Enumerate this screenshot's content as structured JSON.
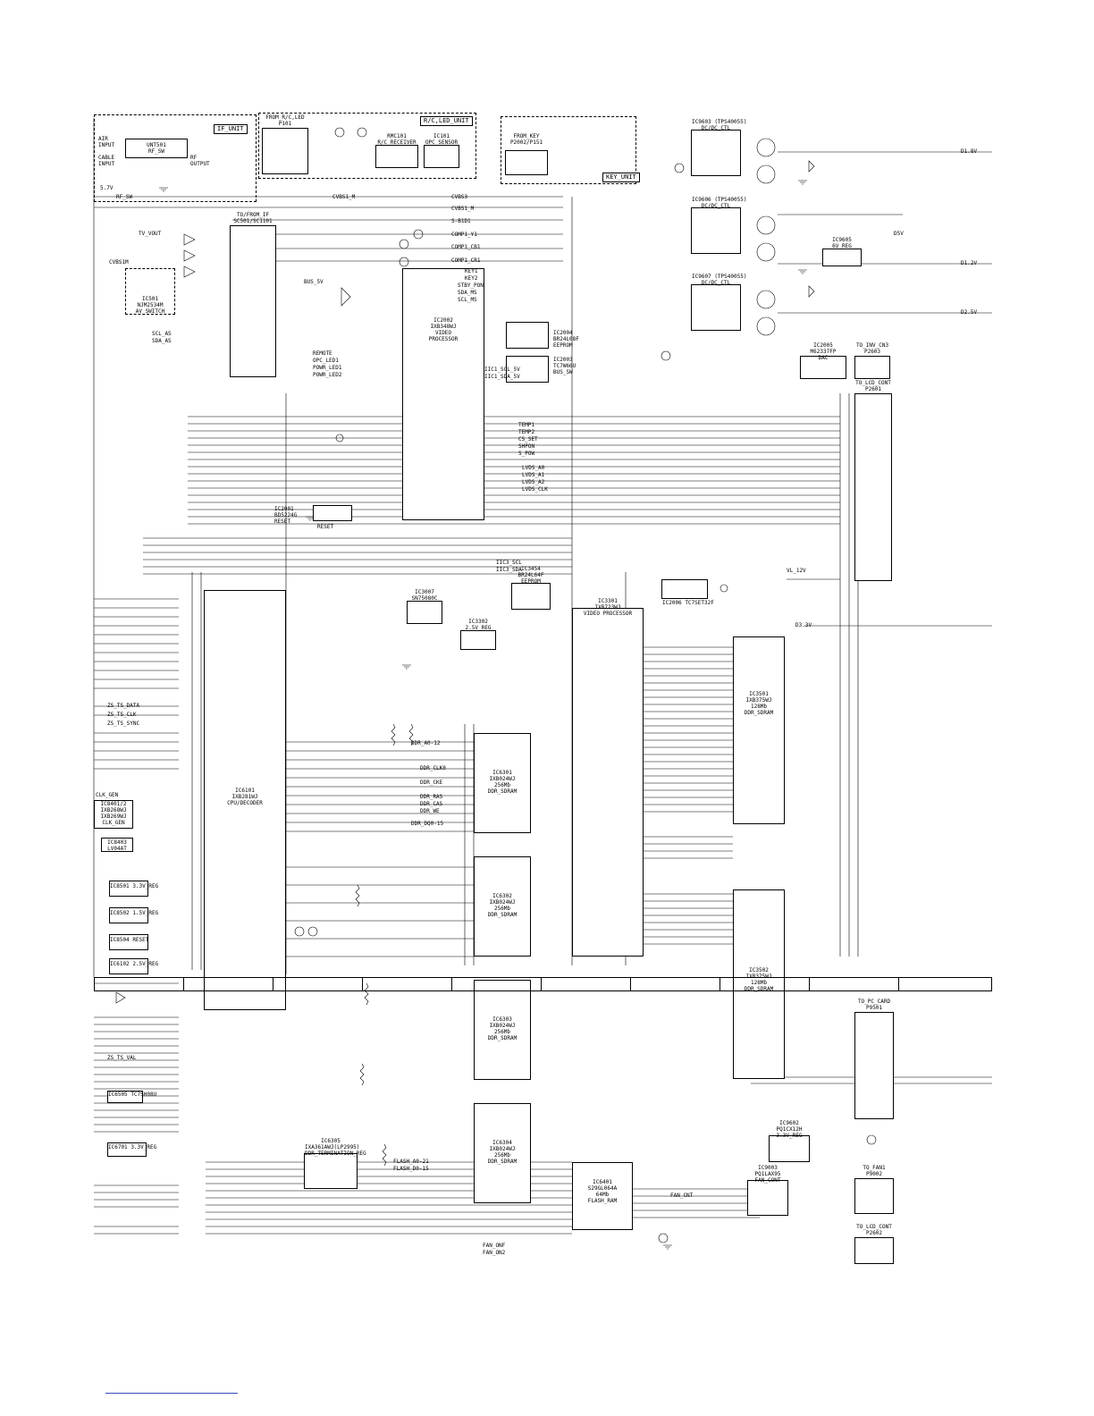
{
  "units": {
    "if_unit": "IF_UNIT",
    "rc_led_unit": "R/C,LED_UNIT",
    "key_unit": "KEY_UNIT"
  },
  "inputs": {
    "air": "AIR\nINPUT",
    "cable": "CABLE\nINPUT",
    "rf_output": "RF\nOUTPUT"
  },
  "connectors": {
    "from_rc_led": "FROM_R/C,LED\nP101",
    "to_from_if": "TO/FROM_IF\nSC501/SC1101",
    "from_key": "FROM_KEY\nP2002/P151",
    "to_inv_cn3": "TO_INV_CN3\nP2603",
    "to_lcd_cont_a": "TO_LCD_CONT\nP2601",
    "to_pc_card": "TO_PC_CARD\nP9501",
    "to_fan1": "TO_FAN1\nP9002",
    "to_lcd_cont_b": "TO_LCD_CONT\nP2602"
  },
  "ics": [
    {
      "ref": "UNT501",
      "name": "RF_SW"
    },
    {
      "ref": "IC501",
      "name": "NJM2534M\nAV_SWITCH"
    },
    {
      "ref": "RMC101",
      "name": "R/C_RECEIVER"
    },
    {
      "ref": "IC101",
      "name": "OPC_SENSOR"
    },
    {
      "ref": "IC2002",
      "name": "IXB348WJ\nVIDEO\nPROCESSOR"
    },
    {
      "ref": "IC2004",
      "name": "BR24L08F\nEEPROM"
    },
    {
      "ref": "IC2003",
      "name": "TC7W66U\nBUS_SW"
    },
    {
      "ref": "IC2001",
      "name": "BD5224G\nRESET"
    },
    {
      "ref": "IC9603",
      "name": "(TPS40055)\nDC/DC_CTL"
    },
    {
      "ref": "IC9606",
      "name": "(TPS40055)\nDC/DC_CTL"
    },
    {
      "ref": "IC9607",
      "name": "(TPS40055)\nDC/DC_CTL"
    },
    {
      "ref": "IC9605",
      "name": "6V_REG"
    },
    {
      "ref": "IC2005",
      "name": "M62337FP\nDAC"
    },
    {
      "ref": "IC3454",
      "name": "BR24L64F\nEEPROM"
    },
    {
      "ref": "IC2006",
      "name": "TC7SET32F"
    },
    {
      "ref": "IC3007",
      "name": "SN75080C"
    },
    {
      "ref": "IC3302",
      "name": "2.5V_REG"
    },
    {
      "ref": "IC3301",
      "name": "IXB723WJ\nVIDEO PROCESSOR"
    },
    {
      "ref": "IC3501",
      "name": "IXB375WJ\n128Mb\nDDR_SDRAM"
    },
    {
      "ref": "IC3502",
      "name": "IXB375WJ\n128Mb\nDDR_SDRAM"
    },
    {
      "ref": "IC6101",
      "name": "IXB281WJ\nCPU/DECODER"
    },
    {
      "ref": "IC8401/2",
      "name": "IXB268WJ\nIXB269WJ\nCLK_GEN"
    },
    {
      "ref": "IC8403",
      "name": "LV04AT"
    },
    {
      "ref": "IC6301",
      "name": "IXB024WJ\n256Mb\nDDR_SDRAM"
    },
    {
      "ref": "IC6302",
      "name": "IXB024WJ\n256Mb\nDDR_SDRAM"
    },
    {
      "ref": "IC6303",
      "name": "IXB024WJ\n256Mb\nDDR_SDRAM"
    },
    {
      "ref": "IC6304",
      "name": "IXB024WJ\n256Mb\nDDR_SDRAM"
    },
    {
      "ref": "IC6305",
      "name": "IXA361AWJ(LP2995)\nDDR_TERMINATION_REG"
    },
    {
      "ref": "IC8501",
      "name": "3.3V_REG"
    },
    {
      "ref": "IC8502",
      "name": "1.5V_REG"
    },
    {
      "ref": "IC8504",
      "name": "RESET"
    },
    {
      "ref": "IC6102",
      "name": "2.5V_REG"
    },
    {
      "ref": "IC6505",
      "name": "TC7SH08U"
    },
    {
      "ref": "IC6701",
      "name": "3.3V_REG"
    },
    {
      "ref": "IC6401",
      "name": "S29GL064A\n64Mb\nFLASH_RAM"
    },
    {
      "ref": "IC9003",
      "name": "PQ1LAX95\nFAN_CONT"
    },
    {
      "ref": "IC9602",
      "name": "PQ1CX12H\n3.3V_REG"
    }
  ],
  "signal_labels": [
    "CVBS1_M",
    "CVBS3",
    "CVBS1_M",
    "S-B1D1",
    "COMP1_Y1",
    "COMP1_CB1",
    "COMP1_CR1",
    "5.7V",
    "RF_SW",
    "TV_VOUT",
    "CVBS1M",
    "SCL_AS",
    "SDA_AS",
    "BUS_5V",
    "REMOTE",
    "OPC_LED1",
    "POWR_LED1",
    "POWR_LED2",
    "KEY1",
    "KEY2",
    "STBY_PON",
    "SDA_MS",
    "SCL_MS",
    "RESET",
    "IIC1_SCL_5V",
    "IIC1_SDA_5V",
    "TEMP1",
    "TEMP2",
    "CS_SET",
    "SHPON",
    "S_POW",
    "LVDS_A0",
    "LVDS_A1",
    "LVDS_A2",
    "LVDS_CLK",
    "D1.8V",
    "D1.2V",
    "D2.5V",
    "D3.3V",
    "D5V",
    "VL_12V",
    "FAN_CNT",
    "DDR_A0-12",
    "DDR_DQ0-15",
    "DDR_CLK0",
    "DDR_CKE",
    "DDR_RAS",
    "DDR_CAS",
    "DDR_WE",
    "ZS_TS_DATA",
    "ZS_TS_CLK",
    "ZS_TS_SYNC",
    "ZS_TS_VAL",
    "CLK_GEN",
    "FLASH_A0-21",
    "FLASH_D0-15",
    "FAN_ONF",
    "FAN_ON2",
    "IIC3_SCL",
    "IIC3_SDA"
  ],
  "zone_labels": [
    "",
    "",
    "",
    "",
    "",
    "",
    "",
    "",
    "",
    "",
    ""
  ]
}
